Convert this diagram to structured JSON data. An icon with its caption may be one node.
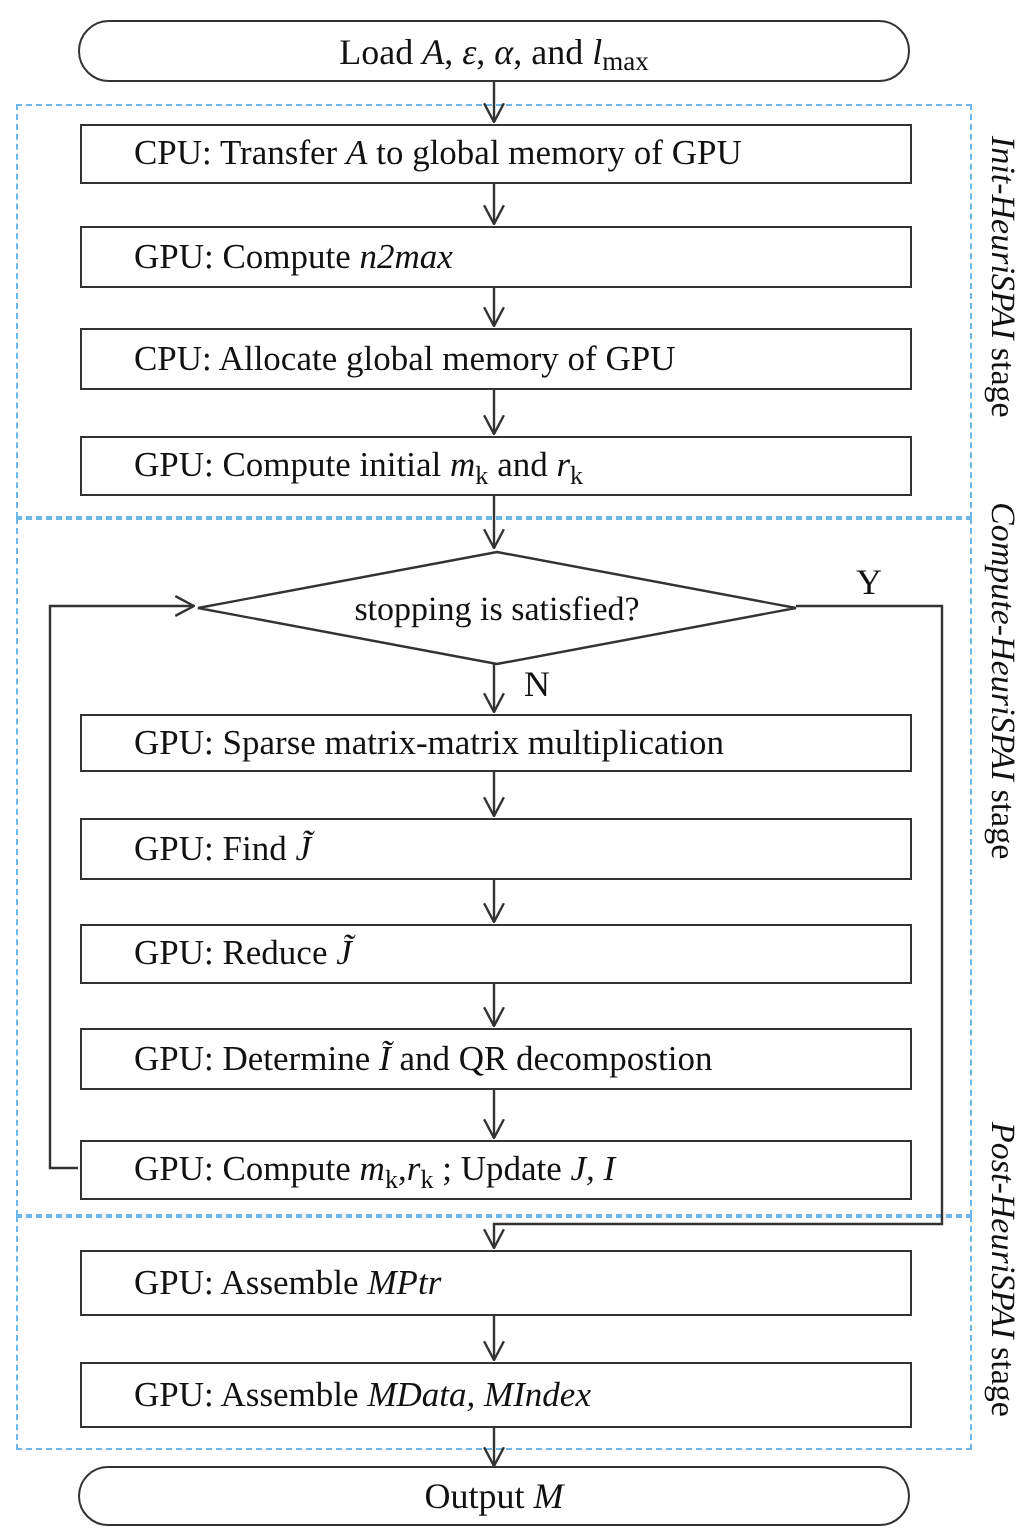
{
  "diagram": {
    "nodes": [
      {
        "text": [
          "Load *A*, *ε*, *α*, and *l*$_{max}$"
        ]
      },
      {
        "text": [
          "*Init-HeuriSPAI* stage"
        ]
      },
      {
        "text": [
          "CPU: Transfer *A* to global memory of GPU"
        ],
        "in": 1
      },
      {
        "text": [
          "GPU: Compute  *n2max*"
        ],
        "in": 1
      },
      {
        "text": [
          "CPU: Allocate global memory of GPU"
        ],
        "in": 1
      },
      {
        "text": [
          "GPU: Compute initial *m*$_{k}$ and *r*$_{k}$"
        ],
        "in": 1
      },
      {
        "text": [
          "*Compute-HeuriSPAI* stage"
        ]
      },
      {
        "text": [
          "stopping is satisfied?"
        ],
        "in": 6
      },
      {
        "text": [
          "GPU: Sparse matrix-matrix multiplication"
        ],
        "in": 6
      },
      {
        "text": [
          "GPU: Find  *J̃*"
        ],
        "in": 6
      },
      {
        "text": [
          "GPU: Reduce  *J̃*"
        ],
        "in": 6
      },
      {
        "text": [
          "GPU: Determine *Ĩ* and QR decompostion"
        ],
        "in": 6
      },
      {
        "text": [
          "GPU: Compute *m*$_{k}$,*r*$_{k}$ ; Update *J, I*"
        ],
        "in": 6
      },
      {
        "text": [
          "*Post-HeuriSPAI* stage"
        ]
      },
      {
        "text": [
          "GPU: Assemble *MPtr*"
        ],
        "in": 13
      },
      {
        "text": [
          "GPU: Assemble *MData, MIndex*"
        ],
        "in": 13
      },
      {
        "text": [
          "Output *M*"
        ]
      }
    ],
    "edges": [
      {
        "from": 0,
        "to": 2,
        "arrow": "to"
      },
      {
        "from": 2,
        "to": 3,
        "arrow": "to"
      },
      {
        "from": 3,
        "to": 4,
        "arrow": "to"
      },
      {
        "from": 4,
        "to": 5,
        "arrow": "to"
      },
      {
        "from": 5,
        "to": 7,
        "arrow": "to"
      },
      {
        "from": 7,
        "to": 8,
        "label": "N",
        "arrow": "to"
      },
      {
        "from": 8,
        "to": 9,
        "arrow": "to"
      },
      {
        "from": 9,
        "to": 10,
        "arrow": "to"
      },
      {
        "from": 10,
        "to": 11,
        "arrow": "to"
      },
      {
        "from": 11,
        "to": 12,
        "arrow": "to"
      },
      {
        "from": 12,
        "to": 7,
        "arrow": "to"
      },
      {
        "from": 7,
        "to": 14,
        "label": "Y",
        "arrow": "to"
      },
      {
        "from": 14,
        "to": 15,
        "arrow": "to"
      },
      {
        "from": 15,
        "to": 16,
        "arrow": "to"
      }
    ]
  }
}
